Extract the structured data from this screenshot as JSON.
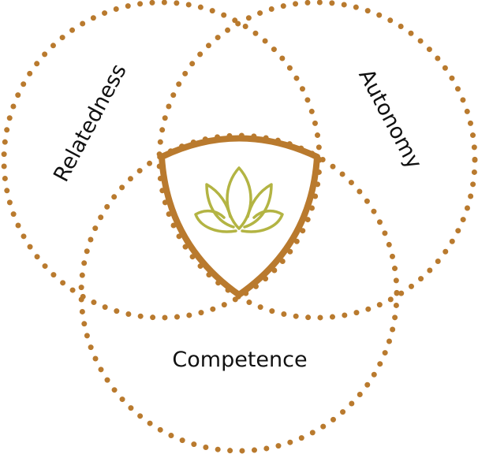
{
  "diagram": {
    "labels": {
      "relatedness": "Relatedness",
      "autonomy": "Autonomy",
      "competence": "Competence"
    },
    "icon": "lotus-icon",
    "colors": {
      "circle_stroke": "#b97a2e",
      "shield_stroke": "#b97a2e",
      "lotus_stroke": "#b3b443",
      "text": "#111111",
      "background": "#ffffff"
    }
  }
}
